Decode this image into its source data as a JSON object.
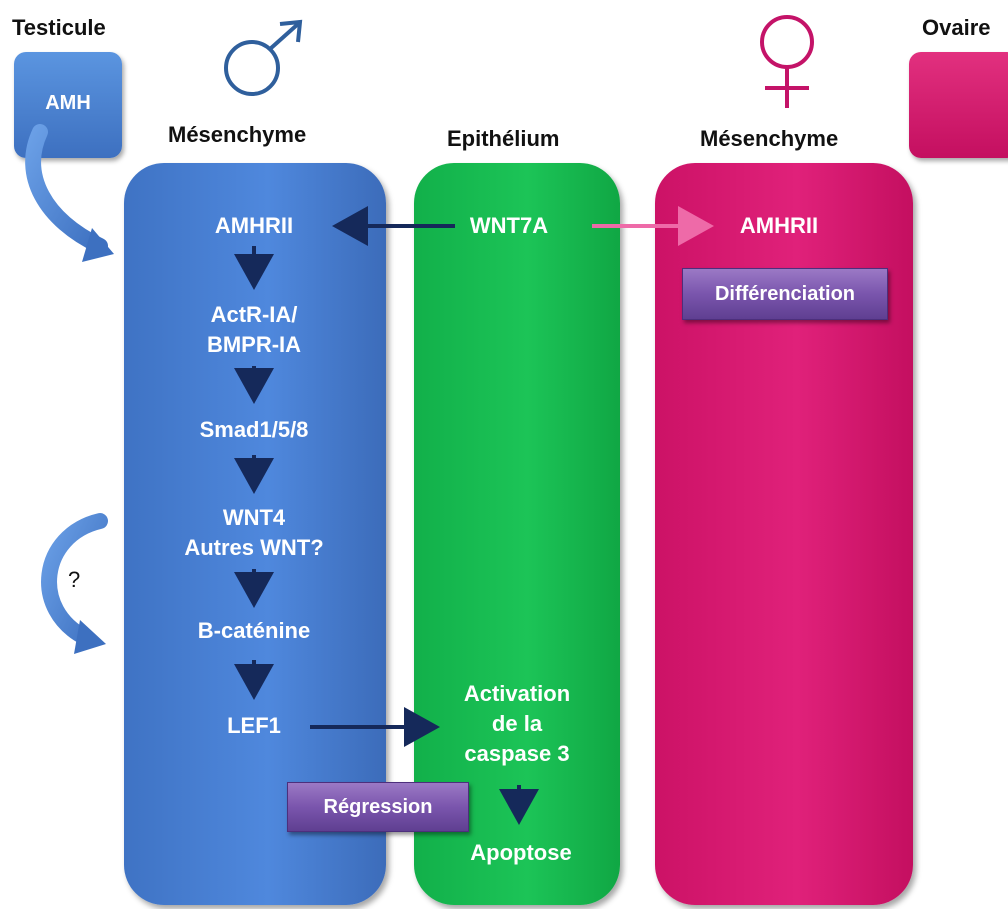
{
  "headers": {
    "left_corner": "Testicule",
    "right_corner": "Ovaire",
    "col1": "Mésenchyme",
    "col2": "Epithélium",
    "col3": "Mésenchyme"
  },
  "boxes": {
    "amh": "AMH",
    "ovaire": ""
  },
  "blue_column": {
    "amhrii": "AMHRII",
    "actr_line1": "ActR-IA/",
    "actr_line2": "BMPR-IA",
    "smad": "Smad1/5/8",
    "wnt4_line1": "WNT4",
    "wnt4_line2": "Autres WNT?",
    "bcatenin": "B-caténine",
    "lef1": "LEF1"
  },
  "green_column": {
    "wnt7a": "WNT7A",
    "activation_line1": "Activation",
    "activation_line2": "de la",
    "activation_line3": "caspase 3",
    "apoptose": "Apoptose"
  },
  "pink_column": {
    "amhrii": "AMHRII"
  },
  "tags": {
    "differenciation": "Différenciation",
    "regression": "Régression"
  },
  "question_mark": "?",
  "colors": {
    "blue": "#4a82d6",
    "green": "#17bd52",
    "pink": "#d81a72",
    "navy_arrow": "#15295a",
    "pink_arrow": "#ee6aa8",
    "purple_tag": "#7a55ad"
  },
  "icons": {
    "male": "male-symbol-icon",
    "female": "female-symbol-icon"
  }
}
